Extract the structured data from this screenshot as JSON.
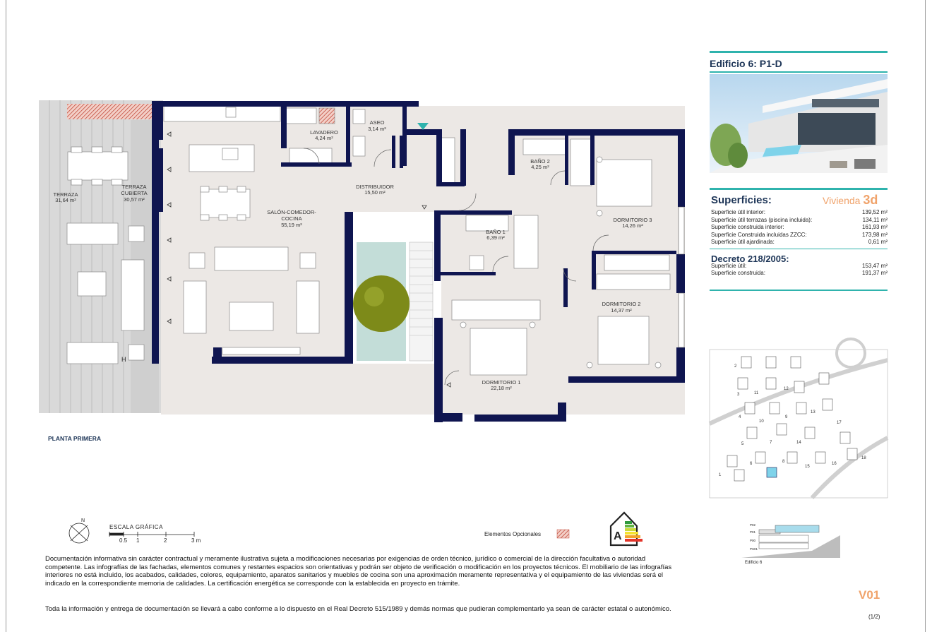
{
  "building_title": "Edificio 6: P1-D",
  "rooms": {
    "terraza": {
      "name": "TERRAZA",
      "area": "31,64 m²"
    },
    "terraza_cubierta": {
      "name1": "TERRAZA",
      "name2": "CUBIERTA",
      "area": "30,57 m²"
    },
    "lavadero": {
      "name": "LAVADERO",
      "area": "4,24 m²"
    },
    "aseo": {
      "name": "ASEO",
      "area": "3,14 m²"
    },
    "distribuidor": {
      "name": "DISTRIBUIDOR",
      "area": "15,50 m²"
    },
    "salon": {
      "name1": "SALÓN-COMEDOR-",
      "name2": "COCINA",
      "area": "55,19 m²"
    },
    "bano2": {
      "name": "BAÑO 2",
      "area": "4,25 m²"
    },
    "bano1": {
      "name": "BAÑO 1",
      "area": "6,39 m²"
    },
    "dormitorio3": {
      "name": "DORMITORIO 3",
      "area": "14,26 m²"
    },
    "dormitorio2": {
      "name": "DORMITORIO 2",
      "area": "14,37 m²"
    },
    "dormitorio1": {
      "name": "DORMITORIO 1",
      "area": "22,18 m²"
    }
  },
  "plan_label": "PLANTA PRIMERA",
  "compass_label": "N",
  "scale": {
    "title": "ESCALA GRÁFICA",
    "ticks": [
      "0.5",
      "1",
      "2",
      "3 m"
    ]
  },
  "legend_label": "Elementos Opcionales",
  "energy_label": "A",
  "superficies": {
    "title": "Superficies:",
    "vivienda_label": "Vivienda",
    "vivienda_code": "3d",
    "rows": [
      {
        "label": "Superficie útil interior:",
        "value": "139,52 m²"
      },
      {
        "label": "Superficie útil terrazas (piscina incluida):",
        "value": "134,11 m²"
      },
      {
        "label": "Superficie construida interior:",
        "value": "161,93 m²"
      },
      {
        "label": "Superficie Construida incluidas ZZCC:",
        "value": "173,98 m²"
      },
      {
        "label": "Superficie útil ajardinada:",
        "value": "0,61 m²"
      }
    ]
  },
  "decreto": {
    "title": "Decreto 218/2005:",
    "rows": [
      {
        "label": "Superficie útil:",
        "value": "153,47 m²"
      },
      {
        "label": "Superficie construida:",
        "value": "191,37 m²"
      }
    ]
  },
  "site_map_numbers": [
    "1",
    "2",
    "3",
    "4",
    "5",
    "6",
    "7",
    "8",
    "9",
    "10",
    "11",
    "12",
    "13",
    "14",
    "15",
    "16",
    "17",
    "18"
  ],
  "section_levels": [
    "P02",
    "P01",
    "P00",
    "PS01"
  ],
  "section_caption": "Edificio 6",
  "disclaimer_1": "Documentación informativa sin carácter contractual y meramente ilustrativa sujeta a modificaciones necesarias por exigencias de orden técnico, jurídico o comercial de la dirección facultativa o autoridad competente. Las infografías de las fachadas, elementos comunes y restantes espacios son orientativas y podrán ser objeto de verificación o modificación en los proyectos técnicos. El mobiliario de las infografías interiores no está incluido, los acabados, calidades, colores, equipamiento, aparatos sanitarios y muebles de cocina son una aproximación meramente representativa y el equipamiento de las viviendas será el indicado en la correspondiente memoria de calidades. La certificación energética se corresponde con la establecida en proyecto en trámite.",
  "disclaimer_2": "Toda la información y entrega de documentación se llevará a cabo conforme a lo dispuesto en el Real Decreto 515/1989 y demás normas que pudieran complementarlo ya sean de carácter estatal o autonómico.",
  "doc_code": "V01",
  "page_indicator": "(1/2)",
  "colors": {
    "accent_teal": "#2fb3ad",
    "orange": "#f0a36b",
    "navy": "#1d3557",
    "wall": "#0f1550",
    "floor": "#ece8e5",
    "terrace": "#d9d9d9"
  }
}
